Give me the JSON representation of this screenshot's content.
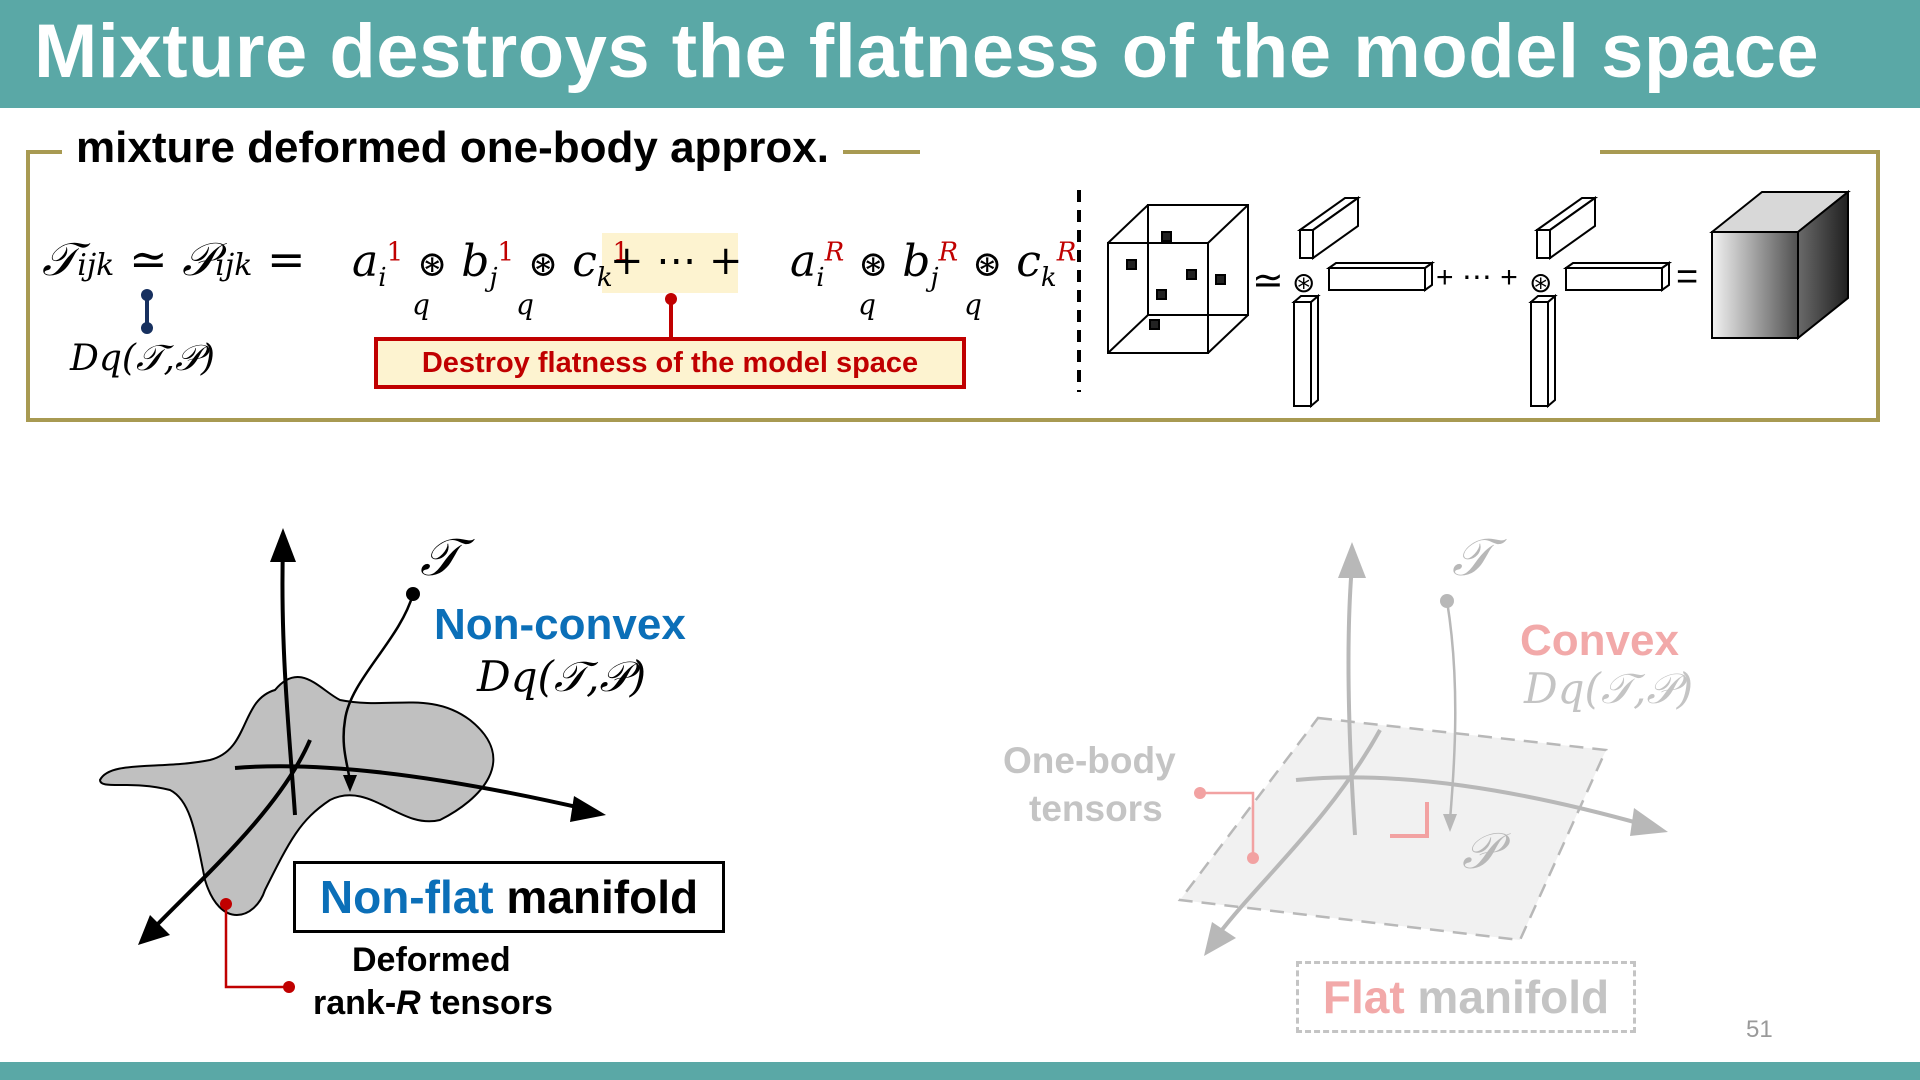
{
  "title": "Mixture destroys the flatness of the model space",
  "page_number": "51",
  "box": {
    "heading": "mixture deformed one-body approx.",
    "callout": "Destroy flatness of the model space"
  },
  "equation": {
    "lhs": "𝒯ijk ≃ 𝒫ijk =",
    "divergence": "Dq(𝒯,𝒫)",
    "term1": "a¹ ⊛ b¹ ⊛ c¹",
    "plus_dots": "+ ⋯ +",
    "termR": "aᴿ ⊛ bᴿ ⊛ cᴿ",
    "operator": "⊛",
    "subscript_q": "q",
    "tensor_approx": "≃",
    "tensor_dots": "+ ⋯ +",
    "tensor_equals": "="
  },
  "left_diagram": {
    "target": "𝒯",
    "property": "Non-convex",
    "divergence": "Dq(𝒯,𝒫)",
    "manifold_prefix": "Non-flat",
    "manifold_suffix": " manifold",
    "annotation_line1": "Deformed",
    "annotation_line2_a": "rank-",
    "annotation_line2_b": "R",
    "annotation_line2_c": " tensors"
  },
  "right_diagram": {
    "target": "𝒯",
    "property": "Convex",
    "divergence": "Dq(𝒯,𝒫)",
    "point": "𝒫",
    "label_line1": "One-body",
    "label_line2": "tensors",
    "manifold_prefix": "Flat",
    "manifold_suffix": " manifold"
  },
  "colors": {
    "title_bar": "#5aa8a6",
    "accent_red": "#c00000",
    "accent_blue": "#0b6fb8",
    "frame_gold": "#a89a52",
    "callout_fill": "#fdf3d0",
    "navy": "#17305f"
  }
}
